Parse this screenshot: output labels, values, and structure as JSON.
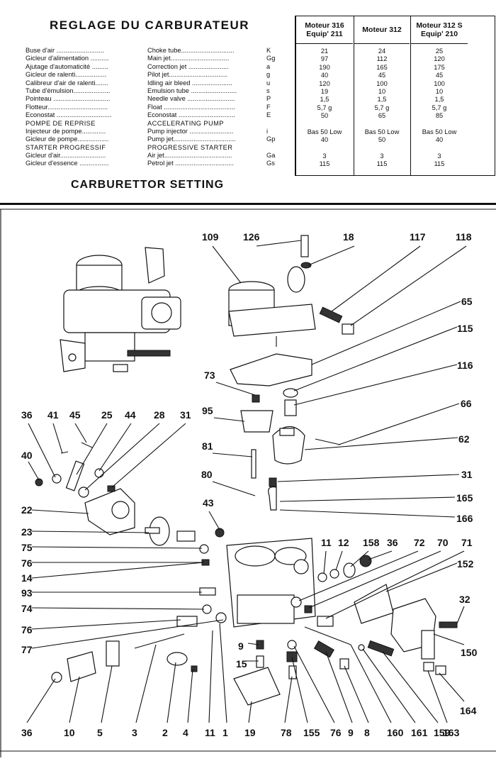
{
  "top": {
    "title_fr": "REGLAGE DU CARBURATEUR",
    "title_en": "CARBURETTOR SETTING",
    "headers": [
      "Moteur 316|Equip' 211",
      "Moteur 312",
      "Moteur 312 S|Equip' 210"
    ],
    "rows": [
      {
        "fr": "Buse d'air ..........................",
        "en": "Choke tube.............................",
        "sym": "K",
        "v": [
          "21",
          "24",
          "25"
        ]
      },
      {
        "fr": "Gicleur d'alimentation ..........",
        "en": "Main jet................................",
        "sym": "Gg",
        "v": [
          "97",
          "112",
          "120"
        ]
      },
      {
        "fr": "Ajutage d'automaticité .........",
        "en": "Correction jet ......................",
        "sym": "a",
        "v": [
          "190",
          "165",
          "175"
        ]
      },
      {
        "fr": "Gicleur de ralenti.................",
        "en": "Pilot jet................................",
        "sym": "g",
        "v": [
          "40",
          "45",
          "45"
        ]
      },
      {
        "fr": "Calibreur d'air de ralenti.......",
        "en": "Idling air bleed ......................",
        "sym": "u",
        "v": [
          "120",
          "100",
          "100"
        ]
      },
      {
        "fr": "Tube d'émulsion....................",
        "en": "Emulsion tube .........................",
        "sym": "s",
        "v": [
          "19",
          "10",
          "10"
        ]
      },
      {
        "fr": "Pointeau ...............................",
        "en": "Needle valve ..........................",
        "sym": "P",
        "v": [
          "1,5",
          "1,5",
          "1,5"
        ]
      },
      {
        "fr": "Flotteur.................................",
        "en": "Float .......................................",
        "sym": "F",
        "v": [
          "5,7 g",
          "5,7 g",
          "5,7 g"
        ]
      },
      {
        "fr": "Econostat ..............................",
        "en": "Econostat ...............................",
        "sym": "E",
        "v": [
          "50",
          "65",
          "85"
        ]
      },
      {
        "fr": "POMPE DE REPRISE",
        "en": "ACCELERATING PUMP",
        "sym": "",
        "v": [
          "",
          "",
          ""
        ],
        "section": true
      },
      {
        "fr": "Injecteur de pompe.............",
        "en": "Pump injector ........................",
        "sym": "i",
        "v": [
          "Bas 50 Low",
          "Bas 50 Low",
          "Bas 50 Low"
        ]
      },
      {
        "fr": "Gicleur de pompe.................",
        "en": "Pump jet..................................",
        "sym": "Gp",
        "v": [
          "40",
          "50",
          "40"
        ]
      },
      {
        "fr": "STARTER PROGRESSIF",
        "en": "PROGRESSIVE STARTER",
        "sym": "",
        "v": [
          "",
          "",
          ""
        ],
        "section": true
      },
      {
        "fr": "Gicleur d'air.........................",
        "en": "Air jet.....................................",
        "sym": "Ga",
        "v": [
          "3",
          "3",
          "3"
        ]
      },
      {
        "fr": "Gicleur d'essence ................",
        "en": "Petrol jet ................................",
        "sym": "Gs",
        "v": [
          "115",
          "115",
          "115"
        ]
      }
    ]
  },
  "callouts": [
    "109",
    "126",
    "18",
    "117",
    "118",
    "65",
    "115",
    "116",
    "73",
    "95",
    "66",
    "62",
    "81",
    "80",
    "31",
    "165",
    "166",
    "36",
    "41",
    "45",
    "25",
    "44",
    "28",
    "31",
    "40",
    "22",
    "43",
    "23",
    "75",
    "76",
    "14",
    "93",
    "74",
    "76",
    "77",
    "11",
    "12",
    "158",
    "36",
    "72",
    "70",
    "71",
    "152",
    "32",
    "150",
    "9",
    "15",
    "36",
    "10",
    "5",
    "3",
    "2",
    "4",
    "11",
    "1",
    "19",
    "78",
    "155",
    "76",
    "9",
    "8",
    "160",
    "161",
    "159",
    "163",
    "164"
  ]
}
